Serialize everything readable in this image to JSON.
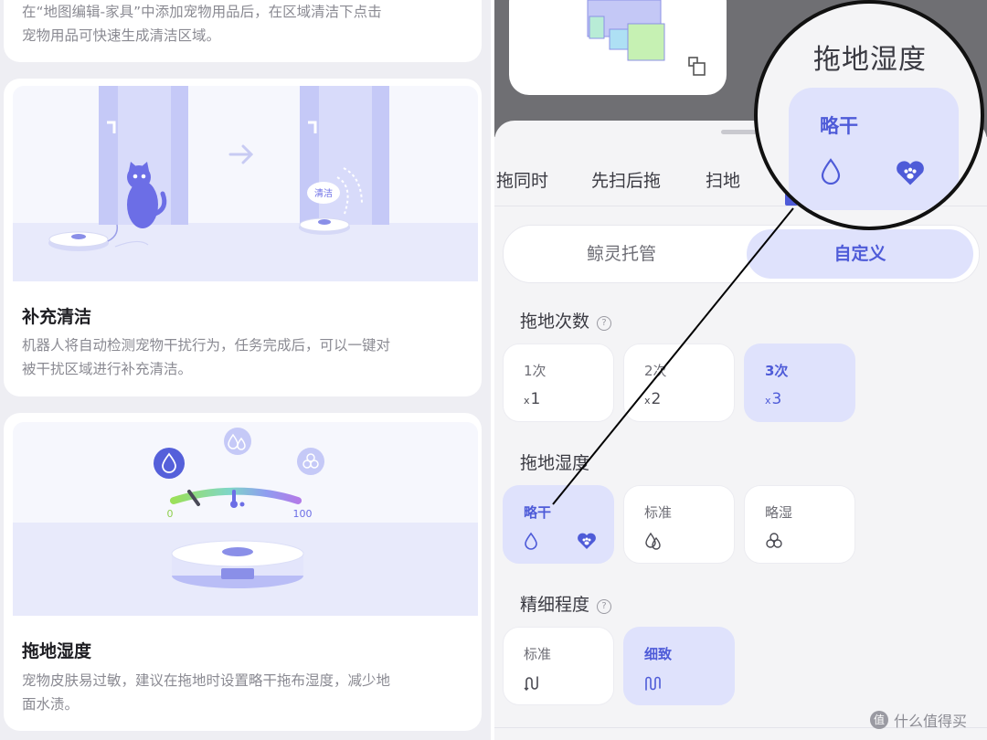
{
  "left": {
    "top_desc_line1": "在“地图编辑-家具”中添加宠物用品后，在区域清洁下点击",
    "top_desc_line2": "宠物用品可快速生成清洁区域。",
    "card1": {
      "title": "补充清洁",
      "desc_line1": "机器人将自动检测宠物干扰行为，任务完成后，可以一键对",
      "desc_line2": "被干扰区域进行补充清洁。",
      "bubble_text": "清洁"
    },
    "card2": {
      "title": "拖地湿度",
      "desc_line1": "宠物皮肤易过敏，建议在拖地时设置略干拖布湿度，减少地",
      "desc_line2": "面水渍。",
      "gauge_min": "0",
      "gauge_max": "100"
    }
  },
  "right": {
    "mode_tabs": [
      "拖同时",
      "先扫后拖",
      "扫地"
    ],
    "segment": {
      "options": [
        "鲸灵托管",
        "自定义"
      ],
      "selected": "自定义"
    },
    "mop_count": {
      "title": "拖地次数",
      "options": [
        {
          "label": "1次",
          "sub": "1"
        },
        {
          "label": "2次",
          "sub": "2"
        },
        {
          "label": "3次",
          "sub": "3"
        }
      ],
      "selected": "3次",
      "prefix": "x"
    },
    "mop_humidity": {
      "title": "拖地湿度",
      "options": [
        "略干",
        "标准",
        "略湿"
      ],
      "selected": "略干"
    },
    "fineness": {
      "title": "精细程度",
      "options": [
        "标准",
        "细致"
      ],
      "selected": "细致"
    },
    "zoom": {
      "title": "拖地湿度",
      "option": "略干"
    },
    "help_glyph": "?"
  },
  "watermark": {
    "text": "什么值得买",
    "logo": "值"
  },
  "colors": {
    "accent": "#4e5bd8",
    "selected_bg": "#dfe2fc",
    "illus_purple": "#b9bdf6",
    "cat": "#6c6ee6"
  }
}
